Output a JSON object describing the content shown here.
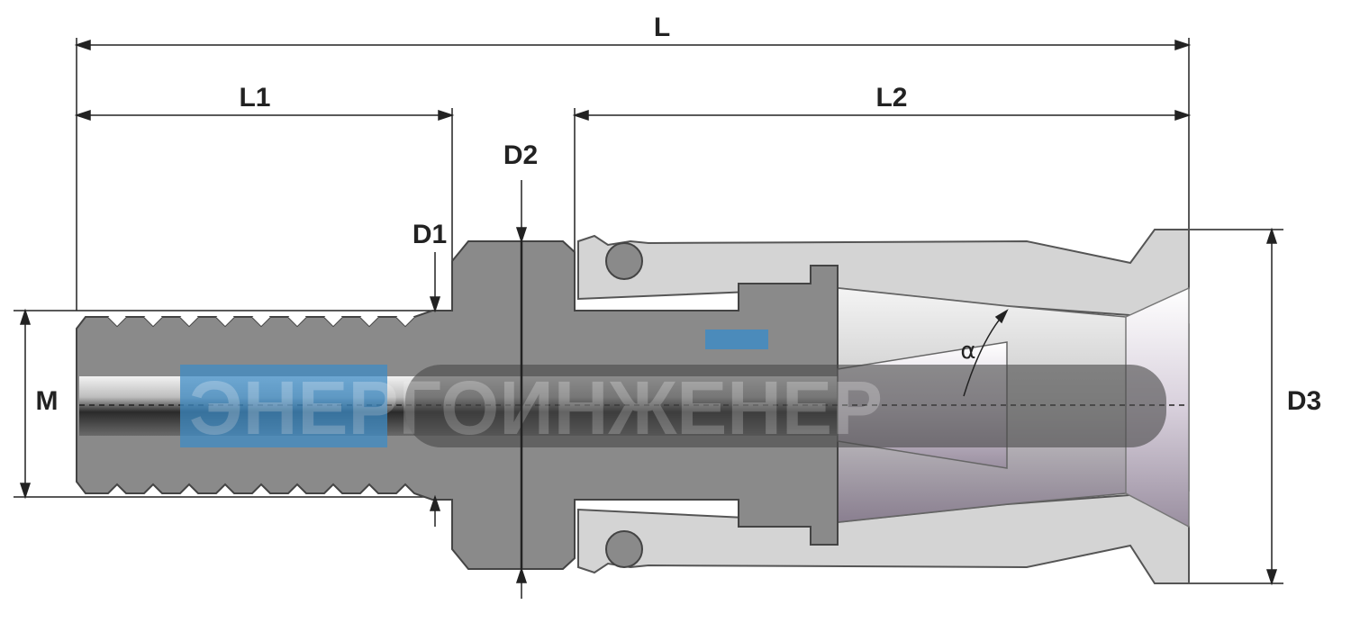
{
  "dimensions": {
    "L": "L",
    "L1": "L1",
    "L2": "L2",
    "D1": "D1",
    "D2": "D2",
    "D3": "D3",
    "M": "M",
    "alpha": "α"
  },
  "watermark": {
    "text": "ЭНЕРГОИНЖЕНЕР"
  },
  "colors": {
    "line": "#222222",
    "body_dark": "#8a8a8a",
    "body_light": "#d4d4d4",
    "bore_dark": "#2a2a2a",
    "watermark_blue": "#3d8cc6"
  }
}
